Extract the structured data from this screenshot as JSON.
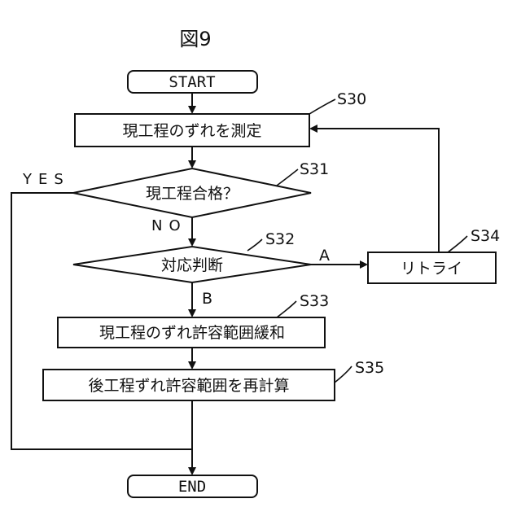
{
  "figure_title": "図9",
  "nodes": {
    "start": "START",
    "s30": "現工程のずれを測定",
    "s31": "現工程合格？",
    "s32": "対応判断",
    "s33": "現工程のずれ許容範囲緩和",
    "s35": "後工程ずれ許容範囲を再計算",
    "s34": "リトライ",
    "end": "END"
  },
  "step_labels": {
    "s30": "S30",
    "s31": "S31",
    "s32": "S32",
    "s33": "S33",
    "s34": "S34",
    "s35": "S35"
  },
  "branch_labels": {
    "yes": "YES",
    "no": "NO",
    "a": "A",
    "b": "B"
  }
}
